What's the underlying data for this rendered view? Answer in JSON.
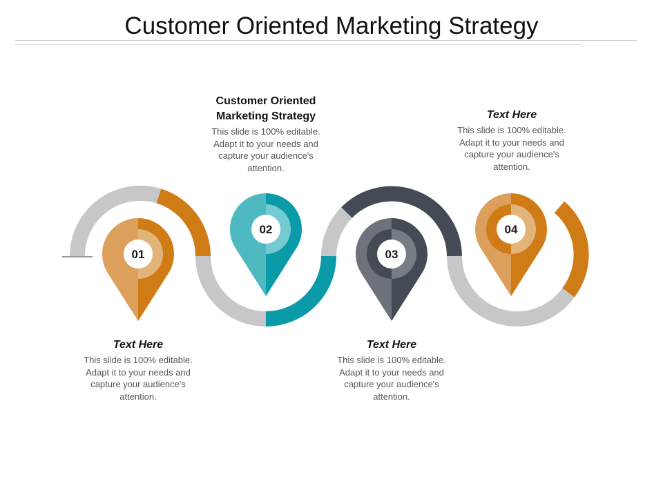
{
  "title": "Customer Oriented Marketing Strategy",
  "colors": {
    "orange": "#D07C16",
    "orange_light": "#DDA05C",
    "teal": "#0A9AA8",
    "teal_light": "#4FB9C2",
    "charcoal": "#454B55",
    "gray_pin": "#6E727A",
    "gray_track": "#C7C7C9"
  },
  "markers": [
    {
      "number": "01",
      "icon": "map-pin-icon",
      "color": "orange"
    },
    {
      "number": "02",
      "icon": "map-pin-icon",
      "color": "teal"
    },
    {
      "number": "03",
      "icon": "map-pin-icon",
      "color": "charcoal"
    },
    {
      "number": "04",
      "icon": "map-pin-icon",
      "color": "orange"
    }
  ],
  "text_blocks": [
    {
      "heading": "Text Here",
      "body": "This slide is 100% editable. Adapt it to your needs and capture your audience's attention."
    },
    {
      "heading": "Customer Oriented Marketing Strategy",
      "body": "This slide is 100% editable. Adapt it to your needs and capture your audience's attention."
    },
    {
      "heading": "Text Here",
      "body": "This slide is 100% editable. Adapt it to your needs and capture your audience's attention."
    },
    {
      "heading": "Text Here",
      "body": "This slide is 100% editable. Adapt it to your needs and capture your audience's attention."
    }
  ]
}
